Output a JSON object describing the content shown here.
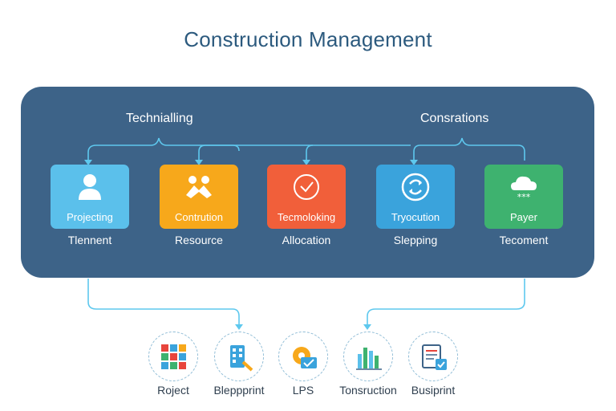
{
  "title": "Construction Management",
  "groups": {
    "left": "Technialling",
    "right": "Consrations"
  },
  "cards": [
    {
      "label": "Projecting",
      "caption": "Tlennent",
      "color": "#5bc0eb",
      "icon": "person-icon"
    },
    {
      "label": "Contrution",
      "caption": "Resource",
      "color": "#f7a81b",
      "icon": "team-icon"
    },
    {
      "label": "Tecmoloking",
      "caption": "Allocation",
      "color": "#f15f3a",
      "icon": "clock-icon"
    },
    {
      "label": "Tryocution",
      "caption": "Slepping",
      "color": "#3aa3dc",
      "icon": "refresh-icon"
    },
    {
      "label": "Payer",
      "caption": "Tecoment",
      "color": "#3eb26f",
      "icon": "cloud-icon"
    }
  ],
  "tools": [
    {
      "label": "Roject",
      "icon": "grid-icon"
    },
    {
      "label": "Bleppprint",
      "icon": "building-icon"
    },
    {
      "label": "LPS",
      "icon": "gear-check-icon"
    },
    {
      "label": "Tonsruction",
      "icon": "bar-chart-icon"
    },
    {
      "label": "Busiprint",
      "icon": "document-icon"
    }
  ]
}
